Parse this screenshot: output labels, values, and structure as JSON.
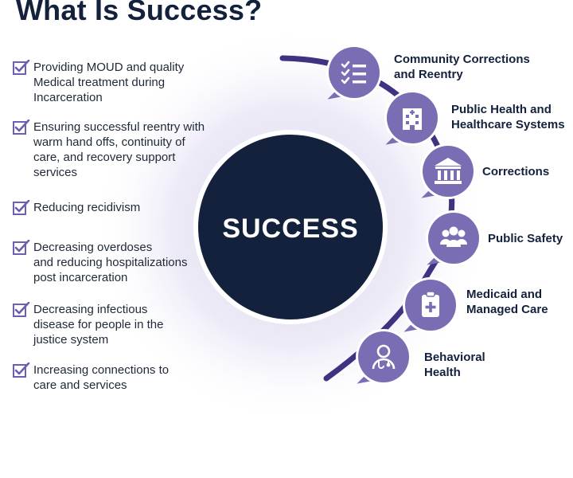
{
  "title": "What Is Success?",
  "center": {
    "label": "SUCCESS"
  },
  "outcomes": [
    {
      "lines": [
        "Providing MOUD and quality",
        "Medical treatment during",
        "Incarceration"
      ]
    },
    {
      "lines": [
        "Ensuring successful reentry with",
        "warm hand offs, continuity of",
        "care, and recovery support",
        "services"
      ]
    },
    {
      "lines": [
        "Reducing recidivism"
      ]
    },
    {
      "lines": [
        "Decreasing overdoses",
        "and reducing hospitalizations",
        "post incarceration"
      ]
    },
    {
      "lines": [
        "Decreasing infectious",
        "disease for people in the",
        "justice system"
      ]
    },
    {
      "lines": [
        "Increasing connections to",
        "care and services"
      ]
    }
  ],
  "stakeholders": [
    {
      "icon": "checklist-icon",
      "lines": [
        "Community Corrections",
        "and Reentry"
      ]
    },
    {
      "icon": "hospital-icon",
      "lines": [
        "Public Health and",
        "Healthcare Systems"
      ]
    },
    {
      "icon": "courthouse-icon",
      "lines": [
        "Corrections"
      ]
    },
    {
      "icon": "group-icon",
      "lines": [
        "Public Safety"
      ]
    },
    {
      "icon": "medical-clipboard-icon",
      "lines": [
        "Medicaid and",
        "Managed Care"
      ]
    },
    {
      "icon": "doctor-icon",
      "lines": [
        "Behavioral",
        "Health"
      ]
    }
  ],
  "colors": {
    "navy": "#14213d",
    "accent_purple": "#7b6db3",
    "arc_purple": "#3d3380",
    "glow": "#d9d4ee",
    "check": "#6d5fb0"
  }
}
